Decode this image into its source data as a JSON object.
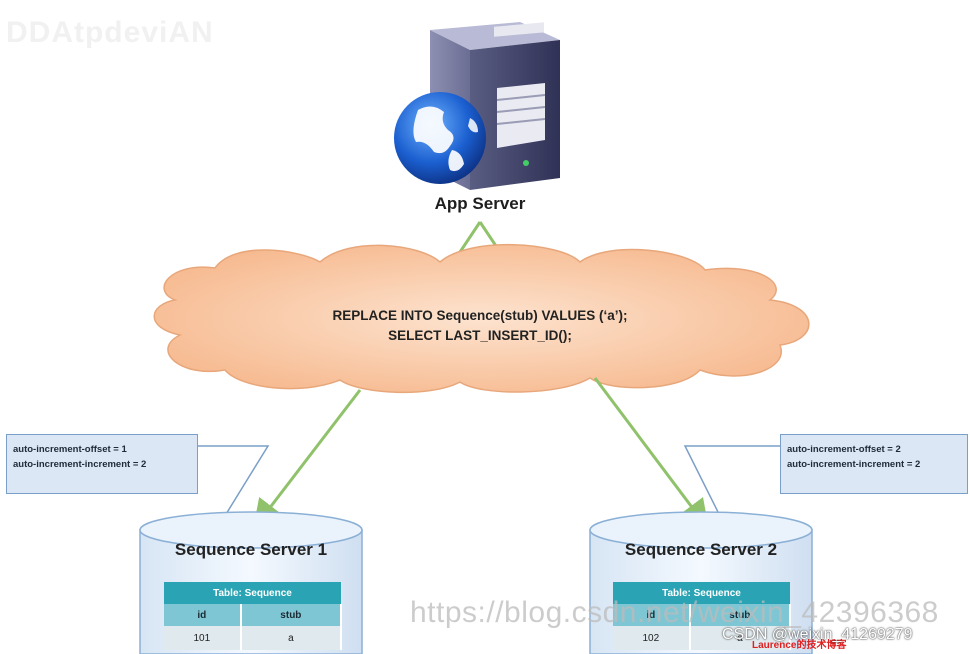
{
  "faint_header_text": "DDAtpdeviAN",
  "app_server": {
    "label": "App Server"
  },
  "cloud": {
    "line1": "REPLACE INTO Sequence(stub) VALUES (‘a’);",
    "line2": "SELECT LAST_INSERT_ID();",
    "color": "#f8c29a"
  },
  "servers": [
    {
      "title": "Sequence Server 1",
      "config": [
        "auto-increment-offset = 1",
        "auto-increment-increment = 2"
      ],
      "table": {
        "caption": "Table: Sequence",
        "headers": [
          "id",
          "stub"
        ],
        "rows": [
          [
            "101",
            "a"
          ]
        ]
      }
    },
    {
      "title": "Sequence Server 2",
      "config": [
        "auto-increment-offset = 2",
        "auto-increment-increment = 2"
      ],
      "table": {
        "caption": "Table: Sequence",
        "headers": [
          "id",
          "stub"
        ],
        "rows": [
          [
            "102",
            "a"
          ]
        ]
      }
    }
  ],
  "watermark": "https://blog.csdn.net/weixin_42396368",
  "csdn_credit": "CSDN @weixin_41269279",
  "red_credit": "Laurence的技术博客",
  "colors": {
    "arrow": "#8fc26a",
    "config_bg": "#dbe7f4",
    "table_caption": "#2aa4b4"
  }
}
